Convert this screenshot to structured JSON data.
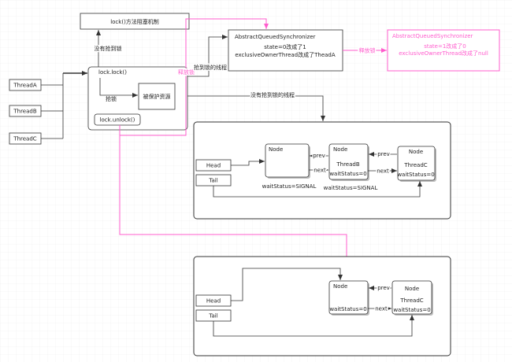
{
  "colors": {
    "stroke": "#333333",
    "highlight": "#ff5ccd",
    "grid": "#ececec",
    "background": "#ffffff"
  },
  "blocking_title": "lock()方法阻塞机制",
  "threads": {
    "a": "ThreadA",
    "b": "ThreadB",
    "c": "ThreadC"
  },
  "lock": {
    "lock_call": "lock.lock()",
    "grab": "抢锁",
    "resource": "被保护资源",
    "unlock_call": "lock.unlock()"
  },
  "edge_labels": {
    "not_acquired": "没有抢到锁",
    "acquired_thread": "抢到锁的线程",
    "release": "释放锁",
    "not_acquired_threads": "没有抢到锁的线程",
    "release_aqs": "释放锁"
  },
  "aqs_locked": {
    "title": "AbstractQueuedSynchronizer",
    "state": "state=0改成了1",
    "owner": "exclusiveOwnerThread改成了TheadA"
  },
  "aqs_released": {
    "title": "AbstractQueuedSynchronizer",
    "state": "state=1改成了0",
    "owner": "exclusiveOwnerThread改成了null"
  },
  "queue_waiting": {
    "head": "Head",
    "tail": "Tail",
    "prev": "prev",
    "next": "next",
    "nodes": [
      {
        "label": "Node",
        "below": "waitStatus=SIGNAL"
      },
      {
        "label": "Node",
        "thread": "ThreadB",
        "status": "waitStatus=0",
        "below": "waitStatus=SIGNAL"
      },
      {
        "label": "Node",
        "thread": "ThreadC",
        "status": "waitStatus=0"
      }
    ]
  },
  "queue_after_release": {
    "head": "Head",
    "tail": "Tail",
    "prev": "prev",
    "next": "next",
    "nodes": [
      {
        "label": "Node",
        "status": "waitStatus=0"
      },
      {
        "label": "Node",
        "thread": "ThreadC",
        "status": "waitStatus=0"
      }
    ]
  }
}
